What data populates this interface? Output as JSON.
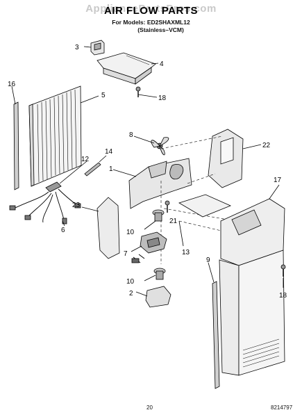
{
  "header": {
    "watermark": "AppliancePartsPros.com",
    "title": "AIR FLOW PARTS",
    "models_line": "For Models: ED2SHAXML12",
    "variant_line": "(Stainless–VCM)"
  },
  "footer": {
    "page_number": "20",
    "document_number": "8214797"
  },
  "callouts": [
    "1",
    "2",
    "3",
    "4",
    "5",
    "6",
    "7",
    "8",
    "9",
    "10",
    "10",
    "12",
    "13",
    "14",
    "16",
    "17",
    "18",
    "18",
    "21",
    "22",
    "23"
  ]
}
